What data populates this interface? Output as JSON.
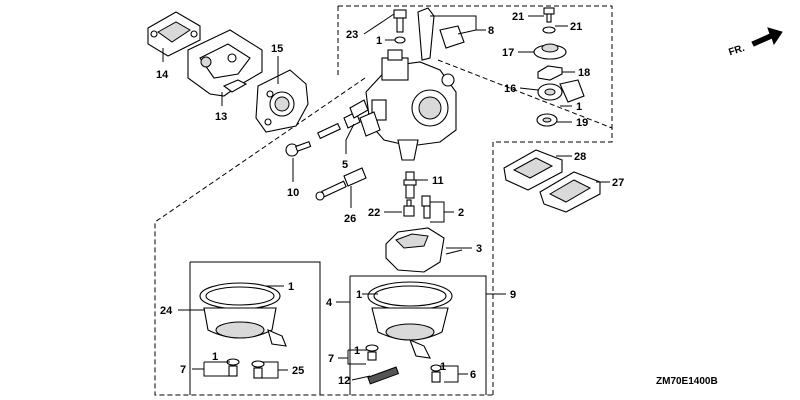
{
  "diagram": {
    "code": "ZM70E1400B",
    "front_label": "FR.",
    "callouts": {
      "c1_a": "1",
      "c1_b": "1",
      "c1_c": "1",
      "c1_d": "1",
      "c1_e": "1",
      "c1_f": "1",
      "c1_g": "1",
      "c2": "2",
      "c3": "3",
      "c4": "4",
      "c5": "5",
      "c6": "6",
      "c7_a": "7",
      "c7_b": "7",
      "c8": "8",
      "c9": "9",
      "c10": "10",
      "c11": "11",
      "c12": "12",
      "c13": "13",
      "c14": "14",
      "c15": "15",
      "c16": "16",
      "c17": "17",
      "c18": "18",
      "c19": "19",
      "c21_a": "21",
      "c21_b": "21",
      "c22": "22",
      "c23": "23",
      "c24": "24",
      "c25": "25",
      "c26": "26",
      "c27": "27",
      "c28": "28"
    }
  }
}
